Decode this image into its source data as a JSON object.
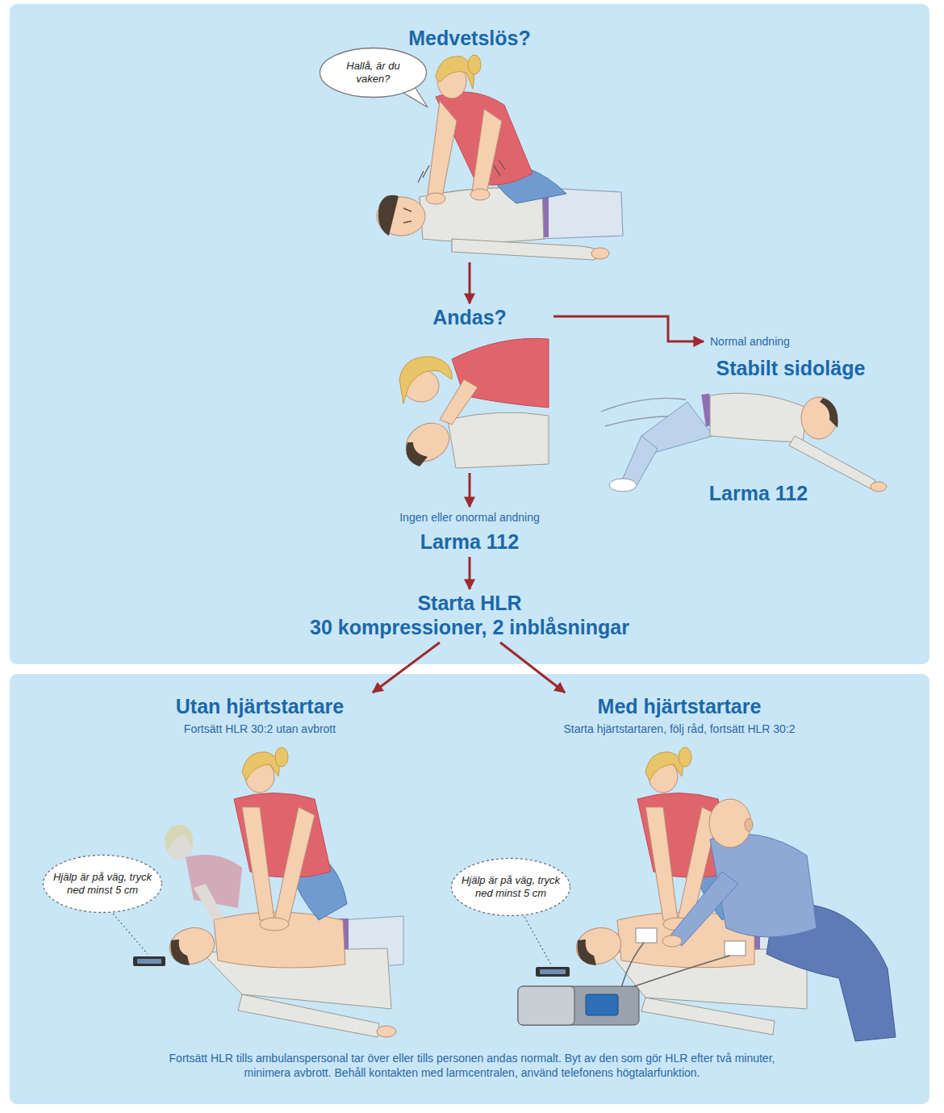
{
  "diagram": {
    "nodes": [
      {
        "text": [
          "Medvetslös?"
        ]
      },
      {
        "text": [
          "Hallå, är du vaken?"
        ],
        "in": 0
      },
      {
        "text": [
          "Andas?"
        ]
      },
      {
        "text": [
          "Stabilt sidoläge",
          "Larma 112"
        ]
      },
      {
        "text": [
          "Ingen eller onormal andning",
          "Larma 112"
        ]
      },
      {
        "text": [
          "Starta HLR",
          "30 kompressioner, 2 inblåsningar"
        ]
      },
      {
        "text": [
          "Utan hjärtstartare",
          "Fortsätt HLR 30:2 utan avbrott"
        ]
      },
      {
        "text": [
          "Hjälp är på väg, tryck ned minst 5 cm"
        ],
        "in": 6
      },
      {
        "text": [
          "Med hjärtstartare",
          "Starta hjärtstartaren, följ råd, fortsätt HLR 30:2"
        ]
      },
      {
        "text": [
          "Hjälp är på väg, tryck ned minst 5 cm"
        ],
        "in": 8
      }
    ],
    "edges": [
      {
        "from": 0,
        "to": 2,
        "arrow": "to"
      },
      {
        "from": 2,
        "to": 3,
        "label": "Normal andning",
        "arrow": "to"
      },
      {
        "from": 2,
        "to": 4,
        "arrow": "to"
      },
      {
        "from": 4,
        "to": 5,
        "arrow": "to"
      },
      {
        "from": 5,
        "to": 6,
        "arrow": "to"
      },
      {
        "from": 5,
        "to": 8,
        "arrow": "to"
      }
    ],
    "labels": [
      "Fortsätt HLR tills ambulanspersonal tar över eller tills personen andas normalt. Byt av den som gör HLR efter två minuter, minimera avbrott. Behåll kontakten med larmcentralen, använd telefonens högtalarfunktion."
    ]
  }
}
